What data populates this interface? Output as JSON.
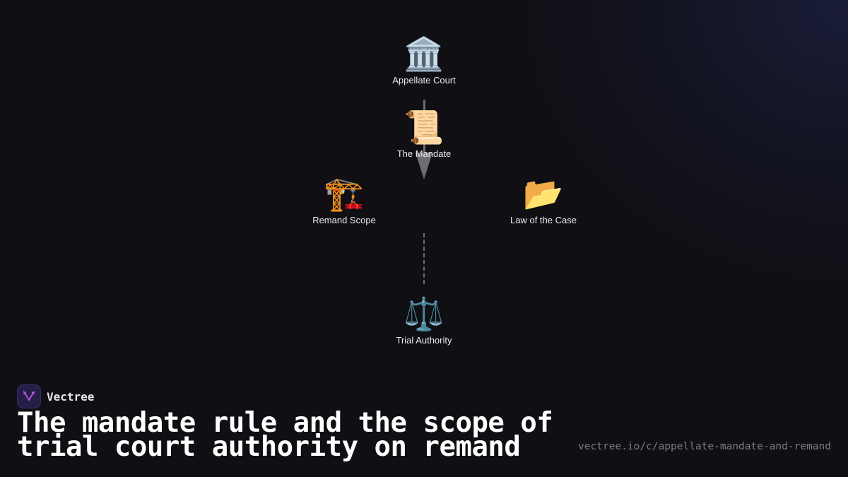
{
  "diagram": {
    "nodes": [
      {
        "id": "appellate-court",
        "icon": "🏛️",
        "icon_name": "classical-building-icon",
        "label": "Appellate Court"
      },
      {
        "id": "the-mandate",
        "icon": "📜",
        "icon_name": "scroll-icon",
        "label": "The Mandate"
      },
      {
        "id": "remand-scope",
        "icon": "🏗️",
        "icon_name": "crane-icon",
        "label": "Remand Scope"
      },
      {
        "id": "law-of-the-case",
        "icon": "📂",
        "icon_name": "open-folder-icon",
        "label": "Law of the Case"
      },
      {
        "id": "trial-authority",
        "icon": "⚖️",
        "icon_name": "balance-scale-icon",
        "label": "Trial Authority"
      }
    ],
    "edges": [
      {
        "from": "appellate-court",
        "to": "the-mandate",
        "style": "solid-arrow"
      },
      {
        "from": "remand-scope",
        "to": "trial-authority",
        "style": "dashed"
      }
    ],
    "colors": {
      "background": "#0f0f14",
      "edge": "#6b6b70",
      "label": "#ececf0"
    }
  },
  "footer": {
    "brand_name": "Vectree",
    "title": "The mandate rule and the scope of trial court authority on remand",
    "url": "vectree.io/c/appellate-mandate-and-remand",
    "colors": {
      "logo_bg": "#231f48",
      "logo_accent": "#b34fd6",
      "url": "#7c7c84"
    }
  }
}
